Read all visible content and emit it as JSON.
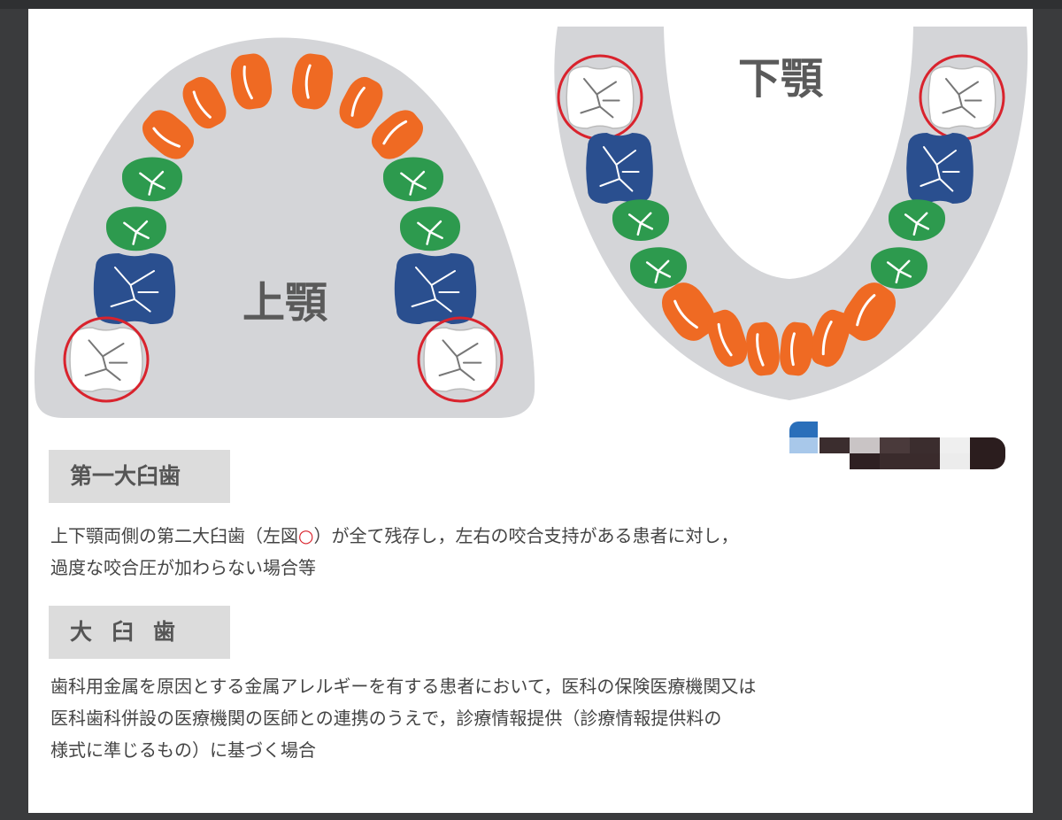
{
  "diagram": {
    "upper_label": "上顎",
    "lower_label": "下顎",
    "colors": {
      "gum": "#d4d5d8",
      "incisor_canine": "#ef6a23",
      "premolar": "#2d9a4e",
      "first_molar": "#2a4f8f",
      "second_molar": "#ffffff",
      "highlight_ring": "#d9232d"
    }
  },
  "sections": [
    {
      "title": "第一大臼歯",
      "lines": [
        [
          "上下顎両側の第二大臼歯（左図",
          "○",
          "）が全て残存し，左右の咬合支持がある患者に対し，"
        ],
        [
          "過度な咬合圧が加わらない場合等"
        ]
      ]
    },
    {
      "title": "大臼歯",
      "lines": [
        [
          "歯科用金属を原因とする金属アレルギーを有する患者において，医科の保険医療機関又は"
        ],
        [
          "医科歯科併設の医療機関の医師との連携のうえで，診療情報提供（診療情報提供料の"
        ],
        [
          "様式に準じるもの）に基づく場合"
        ]
      ]
    }
  ]
}
